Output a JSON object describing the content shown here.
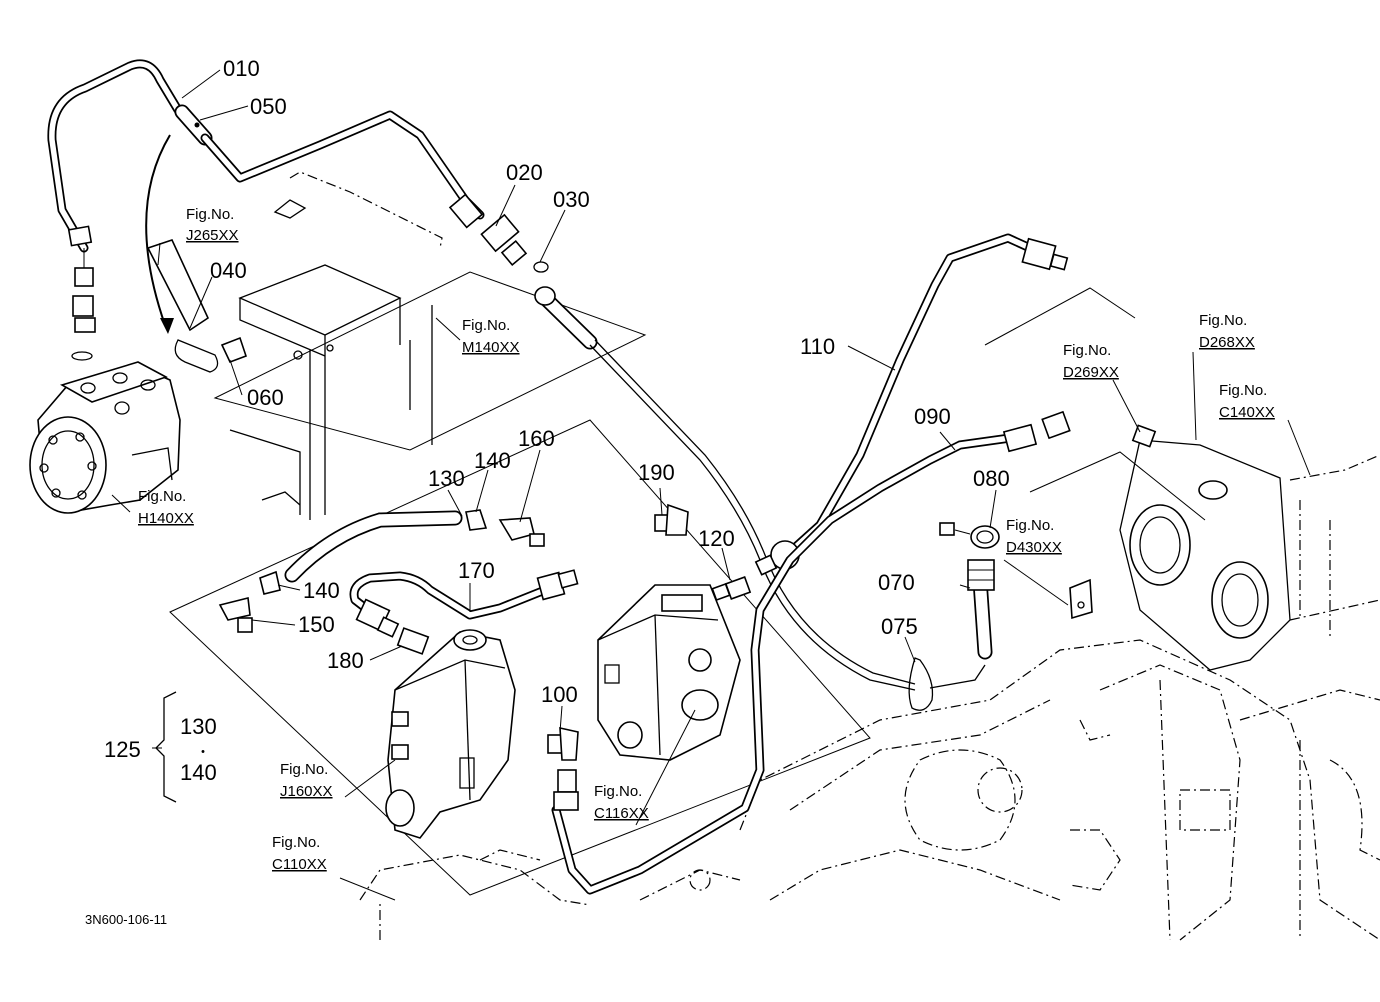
{
  "diagram_code": "3N600-106-11",
  "part_numbers": {
    "p010": "010",
    "p020": "020",
    "p030": "030",
    "p040": "040",
    "p050": "050",
    "p060": "060",
    "p070": "070",
    "p075": "075",
    "p080": "080",
    "p090": "090",
    "p100": "100",
    "p110": "110",
    "p120": "120",
    "p125": "125",
    "p130": "130",
    "p140a": "140",
    "p140b": "140",
    "p150": "150",
    "p160": "160",
    "p170": "170",
    "p180": "180",
    "p190": "190"
  },
  "kit_125": {
    "label": "125",
    "item_a": "130",
    "separator": "・",
    "item_b": "140"
  },
  "fig_label": "Fig.No.",
  "fig_refs": {
    "j265": "J265XX",
    "m140": "M140XX",
    "h140": "H140XX",
    "j160": "J160XX",
    "c116": "C116XX",
    "c110": "C110XX",
    "d269": "D269XX",
    "d268": "D268XX",
    "c140": "C140XX",
    "d430": "D430XX"
  }
}
